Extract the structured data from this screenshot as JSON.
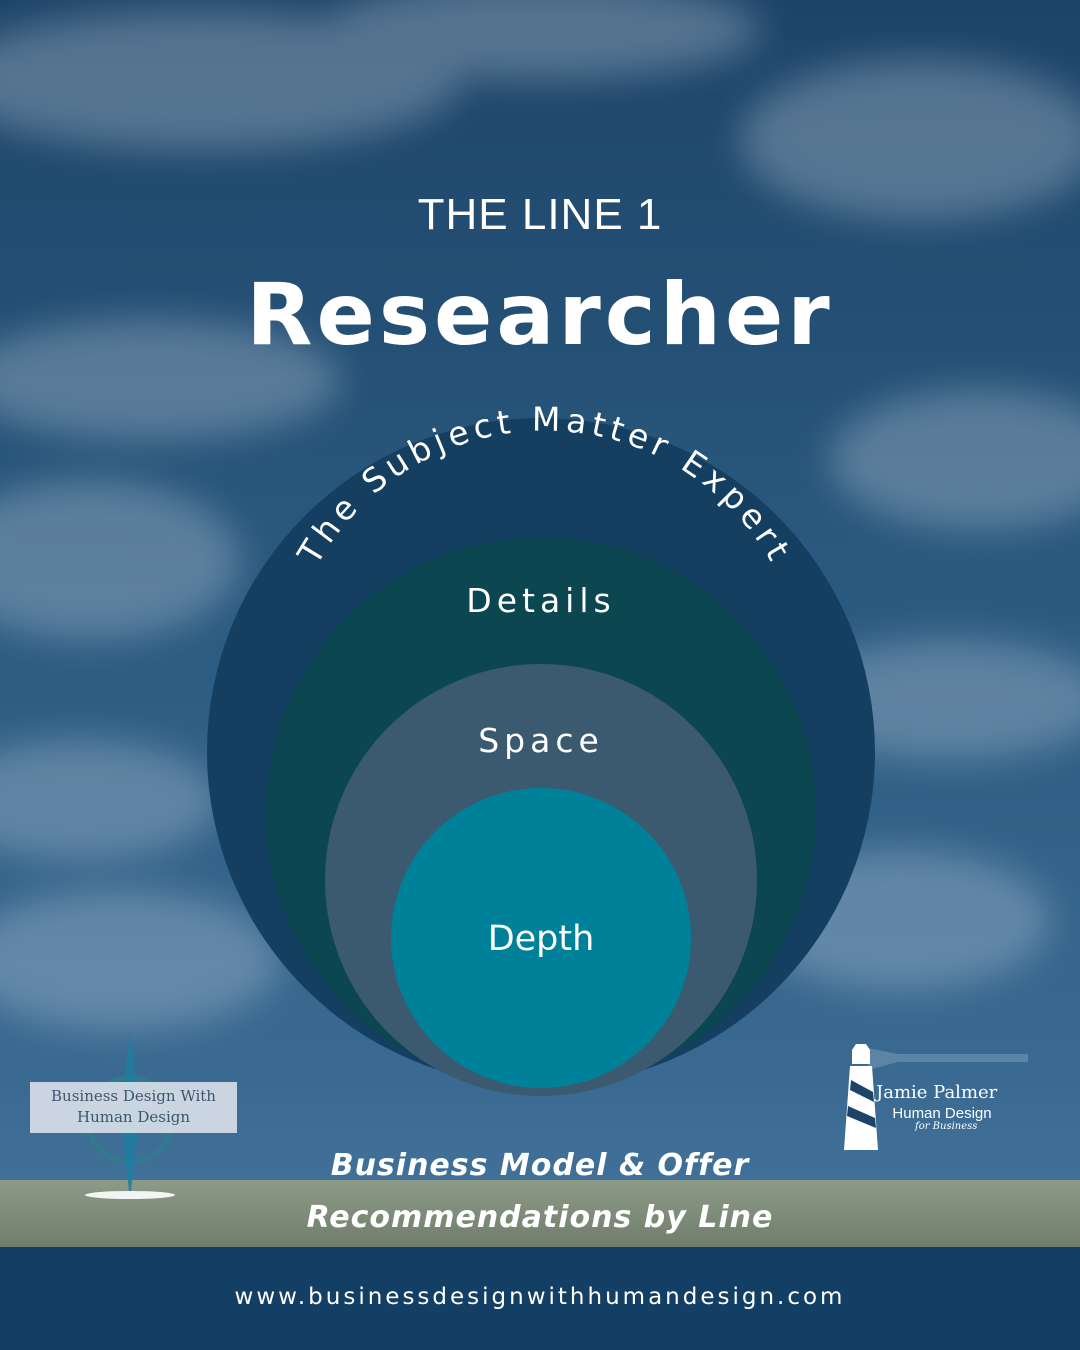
{
  "header": {
    "kicker": "THE LINE 1",
    "title": "Researcher"
  },
  "diagram": {
    "rings": [
      {
        "label": "The Subject Matter Expert",
        "color": "#153f61"
      },
      {
        "label": "Details",
        "color": "#0c4650"
      },
      {
        "label": "Space",
        "color": "#3b5a70"
      },
      {
        "label": "Depth",
        "color": "#00819a"
      }
    ]
  },
  "logos": {
    "left_line1": "Business Design With",
    "left_line2": "Human Design",
    "right_name": "Jamie Palmer",
    "right_sub": "Human Design",
    "right_tag": "for Business"
  },
  "tagline": {
    "line1": "Business Model & Offer",
    "line2": "Recommendations by Line"
  },
  "footer": {
    "url": "www.businessdesignwithhumandesign.com",
    "color": "#123f63"
  }
}
